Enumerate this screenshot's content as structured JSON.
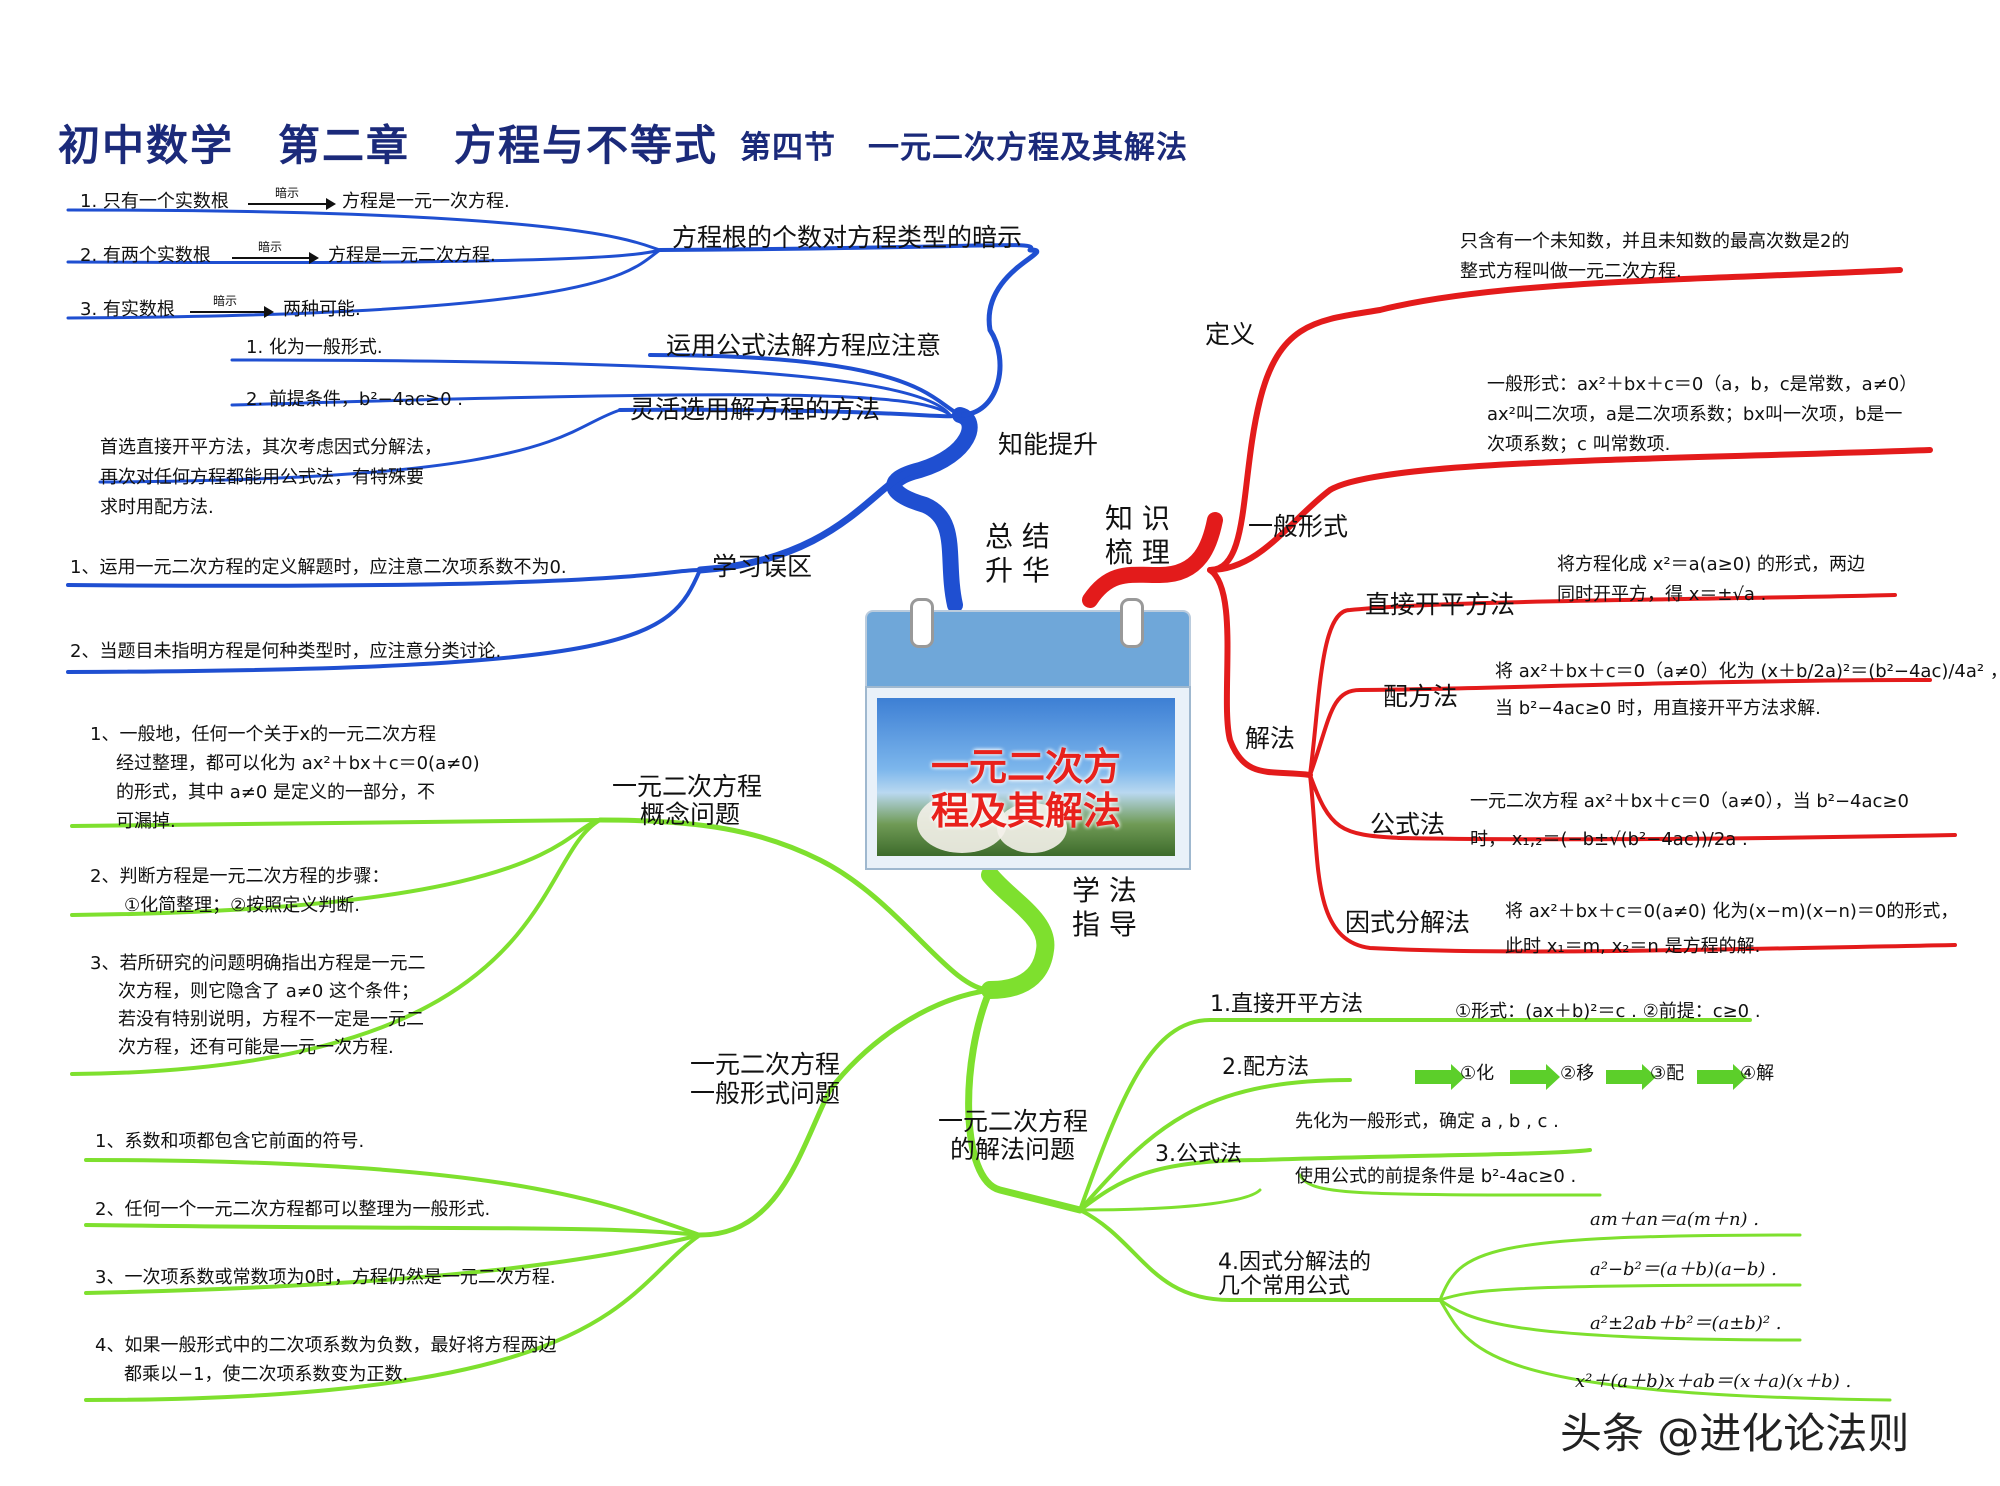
{
  "title": {
    "main": "初中数学　第二章　方程与不等式",
    "sub": "第四节　一元二次方程及其解法"
  },
  "center": {
    "title_line1": "一元二次方",
    "title_line2": "程及其解法"
  },
  "watermark": "头条 @进化论法则",
  "colors": {
    "blue": "#1f4fd1",
    "red": "#e31b1b",
    "green": "#7ee02e",
    "title": "#1b2a7a"
  },
  "blue": {
    "hub_1": "总 结",
    "hub_2": "升 华",
    "topic": "知能提升",
    "hint_node": "方程根的个数对方程类型的暗示",
    "hint_items": [
      {
        "left": "1. 只有一个实数根",
        "arrow": "暗示",
        "right": "方程是一元一次方程."
      },
      {
        "left": "2. 有两个实数根",
        "arrow": "暗示",
        "right": "方程是一元二次方程."
      },
      {
        "left": "3. 有实数根",
        "arrow": "暗示",
        "right": "两种可能."
      }
    ],
    "formula_node": "运用公式法解方程应注意",
    "formula_items": [
      "1. 化为一般形式.",
      "2. 前提条件，b²−4ac≥0 ."
    ],
    "flex_node": "灵活选用解方程的方法",
    "flex_text": [
      "首选直接开平方法，其次考虑因式分解法，",
      "再次对任何方程都能用公式法，有特殊要",
      "求时用配方法."
    ],
    "mistake_node": "学习误区",
    "mistake_items": [
      "1、运用一元二次方程的定义解题时，应注意二次项系数不为0.",
      "2、当题目未指明方程是何种类型时，应注意分类讨论."
    ]
  },
  "red": {
    "hub_1": "知 识",
    "hub_2": "梳 理",
    "def_node": "定义",
    "def_text": [
      "只含有一个未知数，并且未知数的最高次数是2的",
      "整式方程叫做一元二次方程."
    ],
    "form_node": "一般形式",
    "form_text": [
      "一般形式：ax²＋bx＋c＝0（a，b，c是常数，a≠0）",
      "ax²叫二次项，a是二次项系数；bx叫一次项，b是一",
      "次项系数；c 叫常数项."
    ],
    "method_node": "解法",
    "direct_node": "直接开平方法",
    "direct_text": [
      "将方程化成 x²＝a(a≥0) 的形式，两边",
      "同时开平方，得 x＝±√a ."
    ],
    "complete_node": "配方法",
    "complete_text": [
      "将 ax²＋bx＋c＝0（a≠0）化为 (x＋b/2a)²＝(b²−4ac)/4a² ，",
      "当 b²−4ac≥0 时，用直接开平方法求解."
    ],
    "formula_node": "公式法",
    "formula_text": [
      "一元二次方程 ax²＋bx＋c＝0（a≠0），当 b²−4ac≥0",
      "时， x₁,₂＝(−b±√(b²−4ac))/2a ."
    ],
    "factor_node": "因式分解法",
    "factor_text": [
      "将 ax²＋bx＋c＝0(a≠0) 化为(x−m)(x−n)＝0的形式，",
      "此时 x₁＝m, x₂＝n 是方程的解."
    ]
  },
  "green": {
    "hub_1": "学 法",
    "hub_2": "指 导",
    "concept_node_1": "一元二次方程",
    "concept_node_2": "概念问题",
    "concept_items": [
      [
        "1、一般地，任何一个关于x的一元二次方程",
        "经过整理，都可以化为 ax²＋bx＋c＝0(a≠0)",
        "的形式，其中 a≠0 是定义的一部分，不",
        "可漏掉."
      ],
      [
        "2、判断方程是一元二次方程的步骤：",
        "①化简整理；②按照定义判断."
      ],
      [
        "3、若所研究的问题明确指出方程是一元二",
        "次方程，则它隐含了 a≠0 这个条件；",
        "若没有特别说明，方程不一定是一元二",
        "次方程，还有可能是一元一次方程."
      ]
    ],
    "general_node_1": "一元二次方程",
    "general_node_2": "一般形式问题",
    "general_items": [
      [
        "1、系数和项都包含它前面的符号."
      ],
      [
        "2、任何一个一元二次方程都可以整理为一般形式."
      ],
      [
        "3、一次项系数或常数项为0时，方程仍然是一元二次方程."
      ],
      [
        "4、如果一般形式中的二次项系数为负数，最好将方程两边",
        "都乘以−1，使二次项系数变为正数."
      ]
    ],
    "solve_node_1": "一元二次方程",
    "solve_node_2": "的解法问题",
    "s1_node": "1.直接开平方法",
    "s1_text": "①形式：(ax＋b)²＝c . ②前提：c≥0 .",
    "s2_node": "2.配方法",
    "s2_steps": [
      "①化",
      "②移",
      "③配",
      "④解"
    ],
    "s3_node": "3.公式法",
    "s3_items": [
      "先化为一般形式，确定 a , b , c .",
      "使用公式的前提条件是 b²-4ac≥0 ."
    ],
    "s4_node_1": "4.因式分解法的",
    "s4_node_2": "几个常用公式",
    "s4_items": [
      "am＋an＝a(m＋n) .",
      "a²−b²＝(a＋b)(a−b) .",
      "a²±2ab＋b²＝(a±b)² .",
      "x²＋(a＋b)x＋ab＝(x＋a)(x＋b) ."
    ]
  }
}
